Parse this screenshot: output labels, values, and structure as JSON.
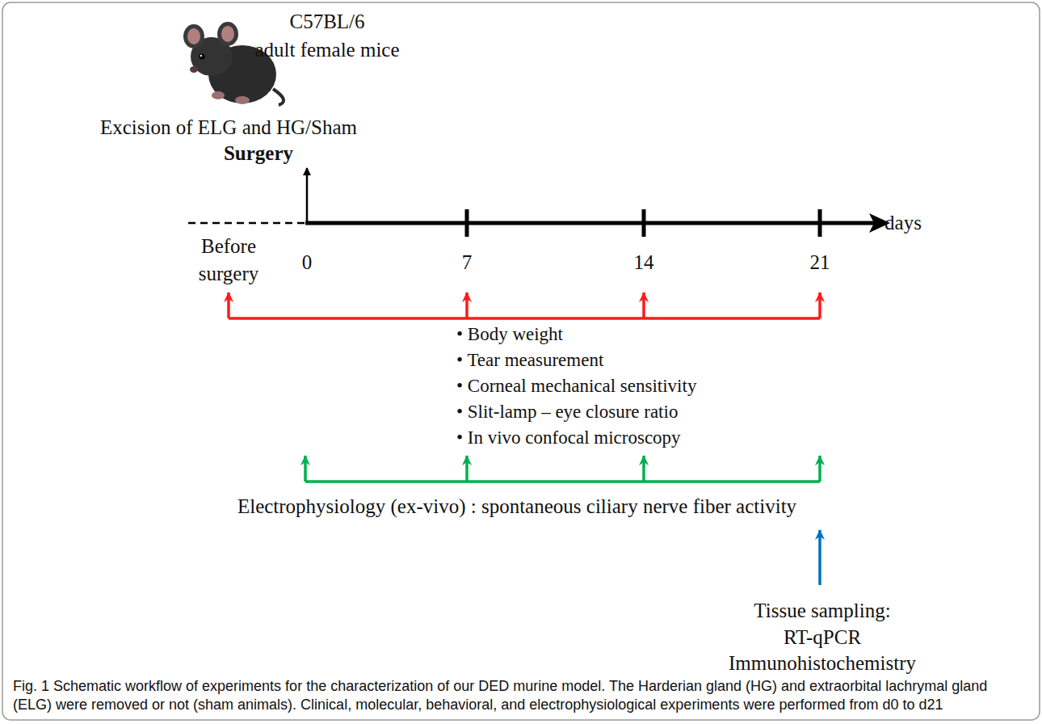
{
  "diagram": {
    "caption": "Fig. 1 Schematic workflow of experiments for the characterization of our DED murine model. The Harderian gland (HG) and extraorbital lachrymal gland (ELG) were removed or not (sham animals). Clinical, molecular, behavioral, and electrophysiological experiments were performed from d0 to d21",
    "labels": [
      "C57BL/6",
      "adult female mice",
      "Excision of ELG and HG/Sham",
      "Surgery",
      "Before surgery",
      "0",
      "7",
      "14",
      "21",
      "days",
      "• Body weight",
      "• Tear measurement",
      "• Corneal mechanical sensitivity",
      "• Slit-lamp – eye closure ratio",
      "• In vivo confocal microscopy",
      "Electrophysiology (ex-vivo) : spontaneous ciliary nerve fiber activity",
      "Tissue sampling:",
      "RT-qPCR",
      "Immunohistochemistry"
    ]
  }
}
